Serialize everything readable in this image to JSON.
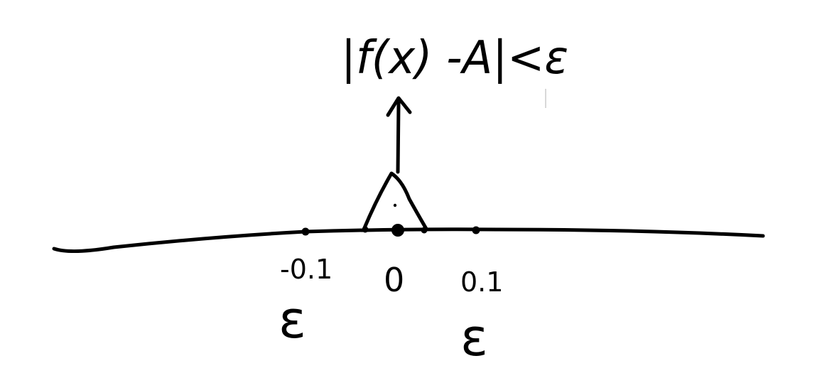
{
  "ink_color": "#000000",
  "background": "#ffffff",
  "top_expression": "|f(x) -A|<ε",
  "number_line": {
    "points": [
      {
        "label": "-0.1",
        "symbol": "ε"
      },
      {
        "label": "0",
        "symbol": ""
      },
      {
        "label": "0.1",
        "symbol": "ε"
      }
    ]
  }
}
